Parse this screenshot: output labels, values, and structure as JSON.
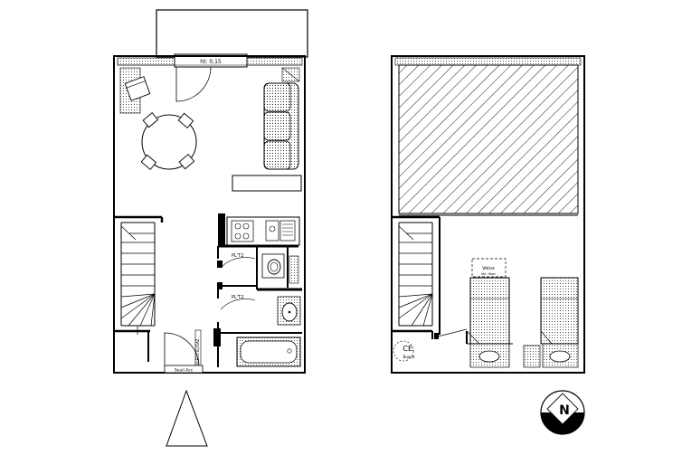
{
  "labels": {
    "balcony_height": "ht: 0,15",
    "placard_1": "PL'T2",
    "placard_2": "PL'T2",
    "meter": "ELEC/TEL/GAZ",
    "entrance": "Seuil Acc",
    "velux": "Velux",
    "velux_sub": "Vel. Hbar",
    "storage": "CE.",
    "storage_sub": "Buand",
    "compass": "N"
  },
  "colors": {
    "line": "#000000",
    "background": "#ffffff"
  }
}
